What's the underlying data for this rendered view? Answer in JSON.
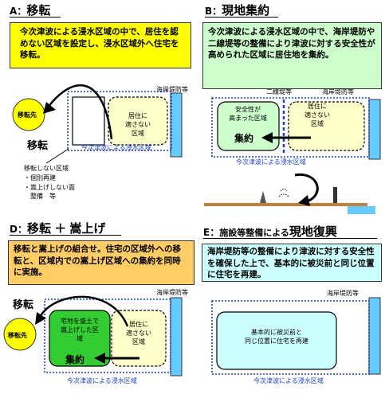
{
  "panels": {
    "a": {
      "letter": "A",
      "title": "移転",
      "description": "今次津波による浸水区域の中で、居住を認めない区域を設定し、浸水区域外へ住宅を移転。",
      "coastal_label": "海岸堤防等",
      "destination_label": "移転先",
      "move_label": "移転",
      "unsuitable_area": "居住に\n適さない\n区域",
      "inundation_label": "今次津波による浸水区域",
      "nonrelocation_label": "移転しない区域",
      "options": [
        "・個別再建",
        "・嵩上げしない面\n　整備　等"
      ]
    },
    "b": {
      "letter": "B",
      "title": "現地集約",
      "description": "今次津波による浸水区域の中で、海岸堤防や二線堤等の整備により津波に対する安全性が高められた区域に居住地を集約。",
      "second_levee_label": "二線堤等",
      "coastal_label": "海岸堤防等",
      "safe_area": "安全性が\n高まった区域",
      "consolidate_label": "集約",
      "unsuitable_area": "居住に\n適さない\n区域",
      "inundation_label": "今次津波による浸水区域"
    },
    "d": {
      "letter": "D",
      "title_left": "移転",
      "title_plus": "＋",
      "title_right": "嵩上げ",
      "description": "移転と嵩上げの組合せ。住宅の区域外への移転と、区域内での嵩上げ区域への集約を同時に実施。",
      "move_label": "移転",
      "coastal_label": "海岸堤防等",
      "destination_label": "移転先",
      "raised_area": "宅地を盛土で\n嵩上げした区\n域",
      "consolidate_label": "集約",
      "unsuitable_area": "居住に\n適さない\n区域",
      "inundation_label": "今次津波による浸水区域"
    },
    "e": {
      "letter": "E",
      "title_small": "施設等整備による",
      "title_big": "現地復興",
      "description": "海岸堤防等の整備により津波に対する安全性を確保した上で、基本的に被災前と同じ位置に住宅を再建。",
      "coastal_label": "海岸堤防等",
      "rebuild_area": "基本的に被災前と\n同じ位置に住宅を再建",
      "inundation_label": "今次津波による浸水区域"
    }
  },
  "colors": {
    "yellow_box": "#ffff00",
    "green_box": "#ccffcc",
    "orange_box": "#ffcc66",
    "cyan_box": "#ccffff",
    "circle_yellow": "#ffff00",
    "unsuitable_fill": "#ffffcc",
    "safe_fill": "#ccffcc",
    "raised_fill": "#33cc33",
    "rebuild_fill": "#ccffff",
    "coastal_wall": "#66ccff",
    "inundation_text": "#1d3fc4"
  }
}
